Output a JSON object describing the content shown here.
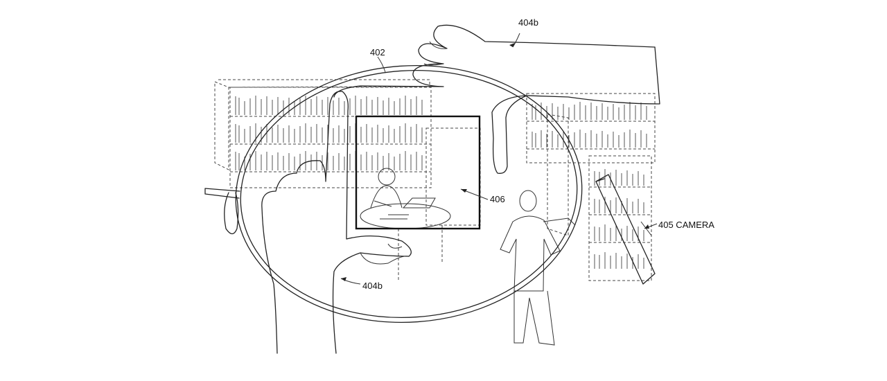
{
  "labels": {
    "display": "402",
    "hand_top": "404b",
    "hand_bottom": "404b",
    "camera": "405 CAMERA",
    "frame": "406"
  }
}
